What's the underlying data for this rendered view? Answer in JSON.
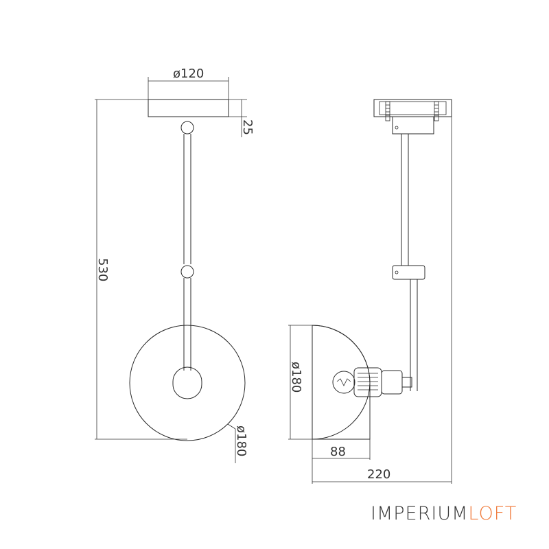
{
  "dimensions": {
    "canopy_diameter": "ø120",
    "canopy_height": "25",
    "total_height": "530",
    "shade_diameter_front": "ø180",
    "shade_diameter_side": "ø180",
    "shade_depth": "88",
    "total_projection": "220"
  },
  "brand": {
    "part1": "IMPERIUM",
    "part2": "LOFT",
    "color_primary": "#3a3a3a",
    "color_accent": "#f07a3a"
  }
}
